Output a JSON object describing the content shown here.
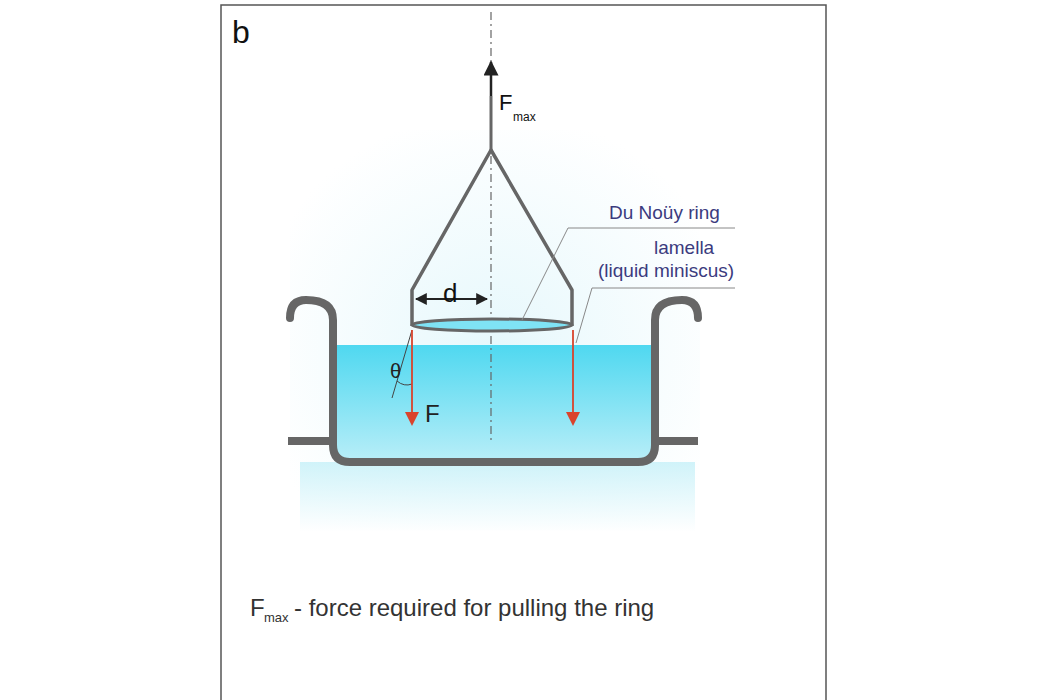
{
  "diagram": {
    "labels": [
      "b",
      "F",
      "max",
      "Du Noüy ring",
      "lamella",
      "(liquid miniscus)",
      "d",
      "θ",
      "F",
      "F",
      "max",
      "- force required for pulling the ring"
    ]
  }
}
